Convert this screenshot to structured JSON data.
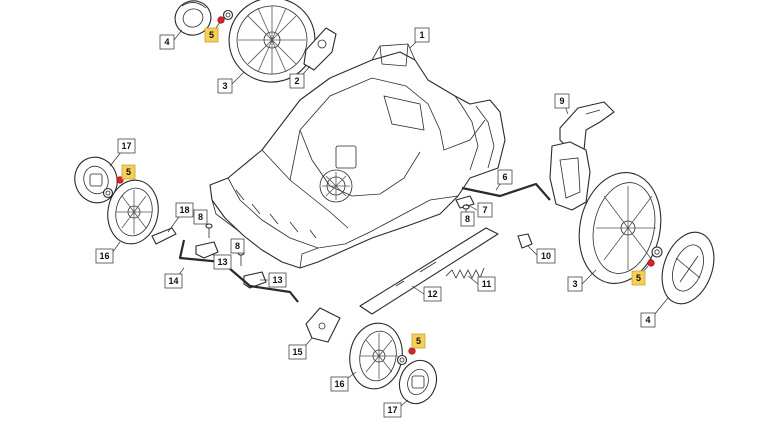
{
  "diagram": {
    "colors": {
      "line": "#2a2a2a",
      "highlight": "#f6cf57",
      "marker": "#e0202a"
    },
    "callouts": [
      {
        "id": "c4a",
        "label": "4",
        "highlight": false
      },
      {
        "id": "c5a",
        "label": "5",
        "highlight": true
      },
      {
        "id": "c2",
        "label": "2",
        "highlight": false
      },
      {
        "id": "c3a",
        "label": "3",
        "highlight": false
      },
      {
        "id": "c1",
        "label": "1",
        "highlight": false
      },
      {
        "id": "c9",
        "label": "9",
        "highlight": false
      },
      {
        "id": "c17a",
        "label": "17",
        "highlight": false
      },
      {
        "id": "c5b",
        "label": "5",
        "highlight": true
      },
      {
        "id": "c16a",
        "label": "16",
        "highlight": false
      },
      {
        "id": "c18",
        "label": "18",
        "highlight": false
      },
      {
        "id": "c8a",
        "label": "8",
        "highlight": false
      },
      {
        "id": "c8b",
        "label": "8",
        "highlight": false
      },
      {
        "id": "c13a",
        "label": "13",
        "highlight": false
      },
      {
        "id": "c13b",
        "label": "13",
        "highlight": false
      },
      {
        "id": "c14",
        "label": "14",
        "highlight": false
      },
      {
        "id": "c6",
        "label": "6",
        "highlight": false
      },
      {
        "id": "c7",
        "label": "7",
        "highlight": false
      },
      {
        "id": "c8c",
        "label": "8",
        "highlight": false
      },
      {
        "id": "c10",
        "label": "10",
        "highlight": false
      },
      {
        "id": "c11",
        "label": "11",
        "highlight": false
      },
      {
        "id": "c12",
        "label": "12",
        "highlight": false
      },
      {
        "id": "c3b",
        "label": "3",
        "highlight": false
      },
      {
        "id": "c5c",
        "label": "5",
        "highlight": true
      },
      {
        "id": "c4b",
        "label": "4",
        "highlight": false
      },
      {
        "id": "c15",
        "label": "15",
        "highlight": false
      },
      {
        "id": "c5d",
        "label": "5",
        "highlight": true
      },
      {
        "id": "c16b",
        "label": "16",
        "highlight": false
      },
      {
        "id": "c17b",
        "label": "17",
        "highlight": false
      }
    ]
  }
}
